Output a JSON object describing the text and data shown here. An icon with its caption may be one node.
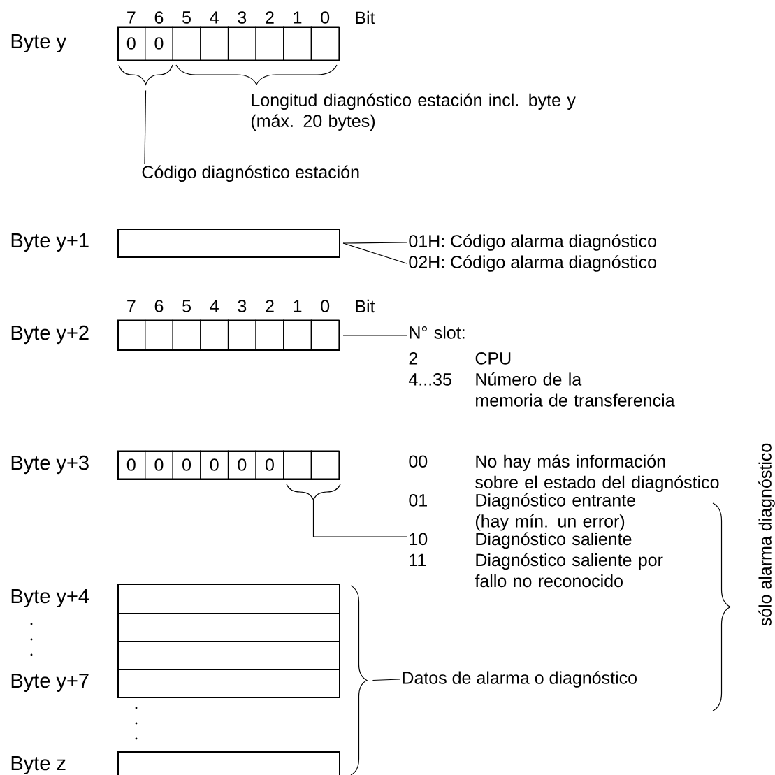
{
  "diagram": {
    "nodes": [
      {
        "text": [],
        "shape": "box",
        "beside": [
          "Byte y"
        ]
      },
      {
        "text": [
          "0"
        ],
        "in": 0
      },
      {
        "text": [
          "0"
        ],
        "in": 0
      },
      {
        "text": [],
        "shape": "box",
        "in": 0
      },
      {
        "text": [],
        "shape": "box",
        "in": 0
      },
      {
        "text": [],
        "shape": "box",
        "in": 0
      },
      {
        "text": [],
        "shape": "box",
        "in": 0
      },
      {
        "text": [],
        "shape": "box",
        "in": 0
      },
      {
        "text": [],
        "shape": "box",
        "in": 0
      },
      {
        "text": [
          "Código diagnóstico estación"
        ]
      },
      {
        "text": [],
        "shape": "box",
        "beside": [
          "Byte y+1"
        ]
      },
      {
        "text": [
          "01H: Código alarma diagnóstico"
        ]
      },
      {
        "text": [
          "02H: Código alarma diagnóstico"
        ]
      },
      {
        "text": [],
        "shape": "box",
        "beside": [
          "Byte y+2"
        ]
      },
      {
        "text": [],
        "shape": "box",
        "in": 13
      },
      {
        "text": [],
        "shape": "box",
        "in": 13
      },
      {
        "text": [],
        "shape": "box",
        "in": 13
      },
      {
        "text": [],
        "shape": "box",
        "in": 13
      },
      {
        "text": [],
        "shape": "box",
        "in": 13
      },
      {
        "text": [],
        "shape": "box",
        "in": 13
      },
      {
        "text": [],
        "shape": "box",
        "in": 13
      },
      {
        "text": [],
        "shape": "box",
        "in": 13
      },
      {
        "text": [
          "N° slot:",
          "2",
          "CPU",
          "4...35",
          "Número de la memoria de transferencia"
        ]
      },
      {
        "text": [],
        "shape": "box",
        "beside": [
          "Byte y+3"
        ]
      },
      {
        "text": [
          "0"
        ],
        "in": 23
      },
      {
        "text": [
          "0"
        ],
        "in": 23
      },
      {
        "text": [
          "0"
        ],
        "in": 23
      },
      {
        "text": [
          "0"
        ],
        "in": 23
      },
      {
        "text": [
          "0"
        ],
        "in": 23
      },
      {
        "text": [
          "0"
        ],
        "in": 23
      },
      {
        "text": [],
        "shape": "box",
        "in": 23
      },
      {
        "text": [],
        "shape": "box",
        "in": 23
      },
      {
        "text": [
          "00",
          "No hay más información sobre el estado del diagnóstico",
          "01",
          "Diagnóstico entrante (hay mín. un error)",
          "10",
          "Diagnóstico saliente",
          "11",
          "Diagnóstico saliente por fallo no reconocido"
        ]
      },
      {
        "text": [],
        "shape": "box",
        "beside": [
          "Byte y+4"
        ]
      },
      {
        "text": [],
        "shape": "box"
      },
      {
        "text": [],
        "shape": "box"
      },
      {
        "text": [],
        "shape": "box",
        "beside": [
          "Byte y+7"
        ]
      },
      {
        "text": [],
        "shape": "box",
        "beside": [
          "Byte z"
        ]
      },
      {
        "text": [
          "Datos de alarma o diagnóstico"
        ]
      },
      {
        "text": [],
        "shape": "brace"
      },
      {
        "text": [],
        "shape": "brace"
      },
      {
        "text": [],
        "shape": "brace"
      }
    ],
    "edges": [
      {
        "from": 9,
        "to": 39,
        "arrow": "none"
      },
      {
        "from": 11,
        "to": 10,
        "arrow": "none"
      },
      {
        "from": 12,
        "to": 10,
        "arrow": "none"
      },
      {
        "from": 22,
        "to": 13,
        "arrow": "none"
      },
      {
        "from": 32,
        "to": 40,
        "arrow": "none"
      },
      {
        "from": 38,
        "to": 41,
        "arrow": "none"
      }
    ],
    "labels": [
      "7",
      "6",
      "5",
      "4",
      "3",
      "2",
      "1",
      "0",
      "Bit",
      "Longitud diagnóstico estación incl. byte y (máx. 20 bytes)",
      "7",
      "6",
      "5",
      "4",
      "3",
      "2",
      "1",
      "0",
      "Bit",
      "sólo alarma diagnóstico"
    ]
  }
}
